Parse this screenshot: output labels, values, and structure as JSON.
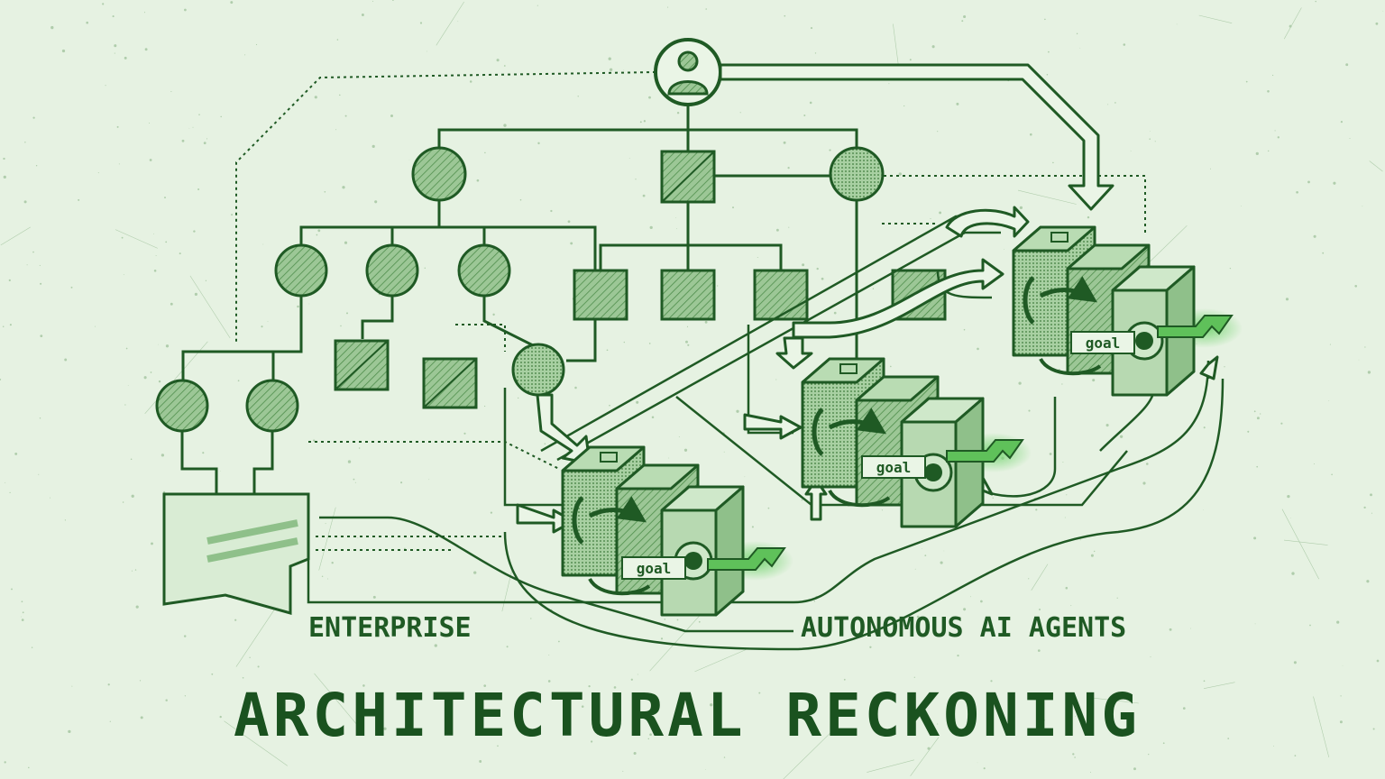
{
  "labels": {
    "enterprise": "ENTERPRISE",
    "agents": "AUTONOMOUS AI AGENTS"
  },
  "title": "ARCHITECTURAL RECKONING",
  "agents": [
    {
      "goal_label": "goal"
    },
    {
      "goal_label": "goal"
    },
    {
      "goal_label": "goal"
    }
  ],
  "icons": {
    "top": "person-icon"
  },
  "colors": {
    "background": "#e6f2e2",
    "ink": "#1f5a24",
    "fill": "#8fc08a",
    "accent": "#3fae3a"
  }
}
